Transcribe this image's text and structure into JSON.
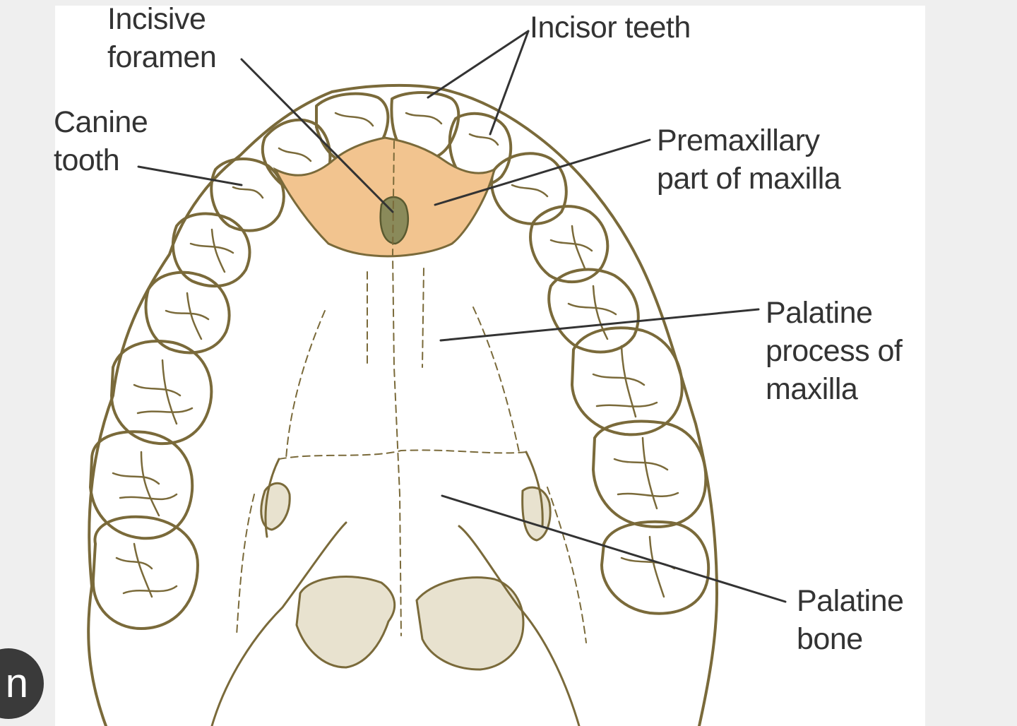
{
  "labels": {
    "incisive_foramen": [
      "Incisive",
      "foramen"
    ],
    "incisor_teeth": "Incisor teeth",
    "canine_tooth": [
      "Canine",
      "tooth"
    ],
    "premaxillary": [
      "Premaxillary",
      "part of maxilla"
    ],
    "palatine_process": [
      "Palatine",
      "process of",
      "maxilla"
    ],
    "palatine_bone": [
      "Palatine",
      "bone"
    ]
  },
  "edge_button": {
    "glyph": "n",
    "icon": "partial-circle-button-icon"
  },
  "colors": {
    "outline": "#7a6a3a",
    "premaxilla_fill": "#f2c48f",
    "foramen_fill": "#8a8a5a",
    "palatine_fill": "#e8e2cf",
    "leader_line": "#333333",
    "background": "#ffffff",
    "margin": "#efefef"
  }
}
